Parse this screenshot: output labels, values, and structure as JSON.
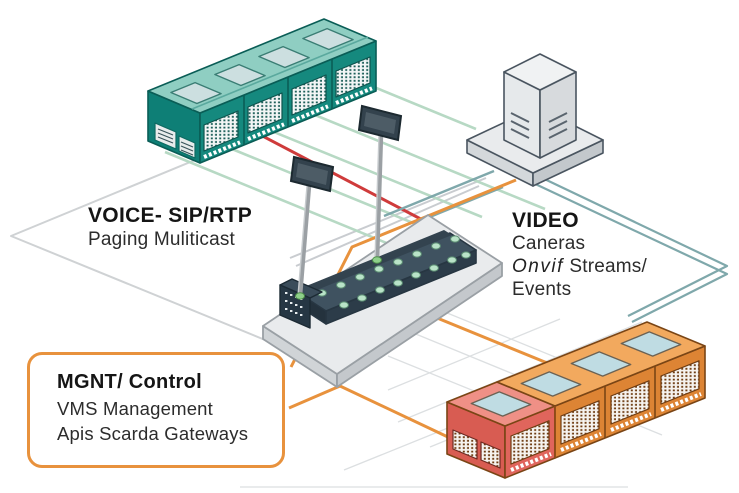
{
  "labels": {
    "voice": {
      "title": "VOICE- SIP/RTP",
      "subtitle": "Paging Muliticast"
    },
    "video": {
      "title": "VIDEO",
      "line1": "Caneras",
      "brand": "Onvif",
      "line2_rest": "Streams/",
      "line3": "Events"
    },
    "mgnt": {
      "title": "MGNT/ Control",
      "line1": "VMS Management",
      "line2": "Apis Scarda Gateways"
    }
  },
  "nodes": {
    "voice_switch_stack": {
      "units": 4,
      "body_color": "#15897e",
      "top_color": "#8fcec2"
    },
    "video_switch_stack": {
      "units": 4,
      "body_color": "#dd8434",
      "top_color": "#f2a95e",
      "end_unit_color": "#e0655c"
    },
    "server_gateway": {
      "body_color": "#eceef0"
    },
    "camera_switch_panel": {
      "deck_color": "#3f5260",
      "port_color": "#b9e3c8"
    },
    "cameras": {
      "count": 2,
      "screen_color": "#33424d"
    }
  },
  "connections": {
    "voice_color": "#b7d9c4",
    "alert_color": "#cf3b3b",
    "video_color": "#7fa8ab",
    "mgnt_color": "#e8923d",
    "neutral_color": "#c9ccd0"
  }
}
